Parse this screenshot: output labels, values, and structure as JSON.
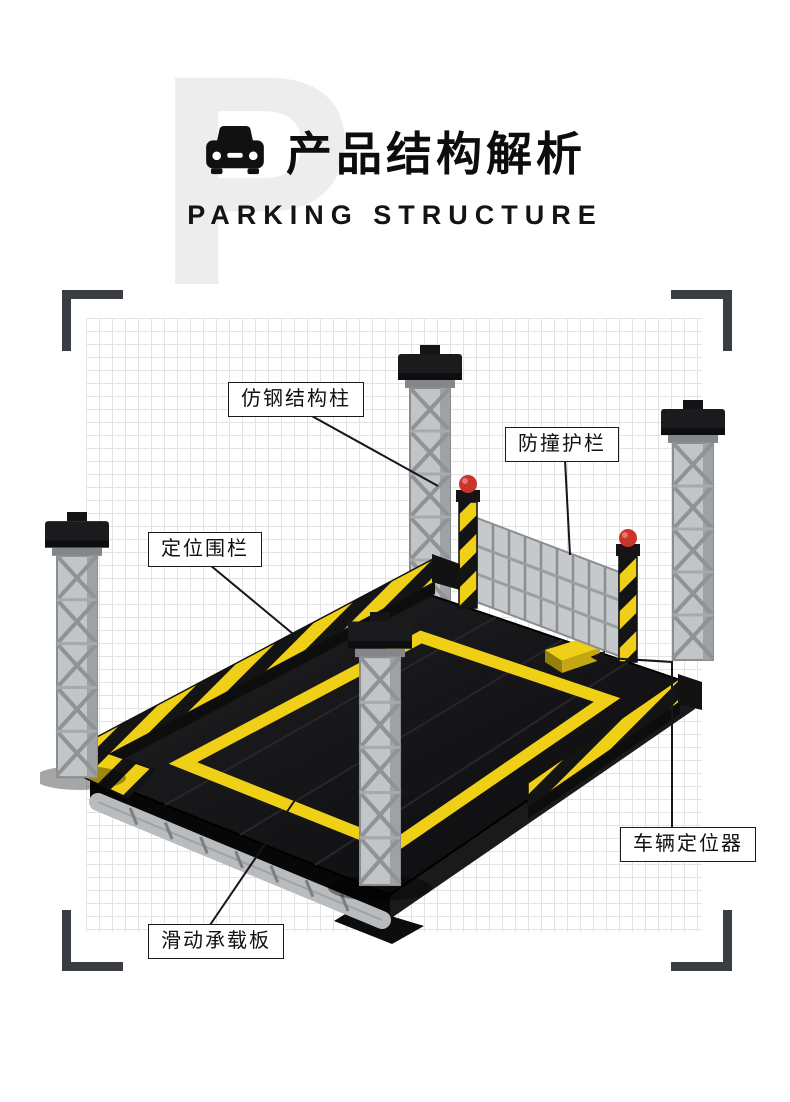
{
  "header": {
    "watermark": "P",
    "title": "产品结构解析",
    "subtitle": "PARKING STRUCTURE"
  },
  "labels": {
    "steel_column": "仿钢结构柱",
    "crash_rail": "防撞护栏",
    "positioning_fence": "定位围栏",
    "vehicle_positioner": "车辆定位器",
    "sliding_plate": "滑动承载板"
  },
  "colors": {
    "hazard_yellow": "#f0cf17",
    "deck_black": "#121214",
    "column_gray": "#c2c5c8",
    "alarm_red": "#c9352a",
    "grid_line": "#e3e3e3",
    "frame_bracket": "#3a3e42",
    "label_border": "#1a1a1a"
  }
}
